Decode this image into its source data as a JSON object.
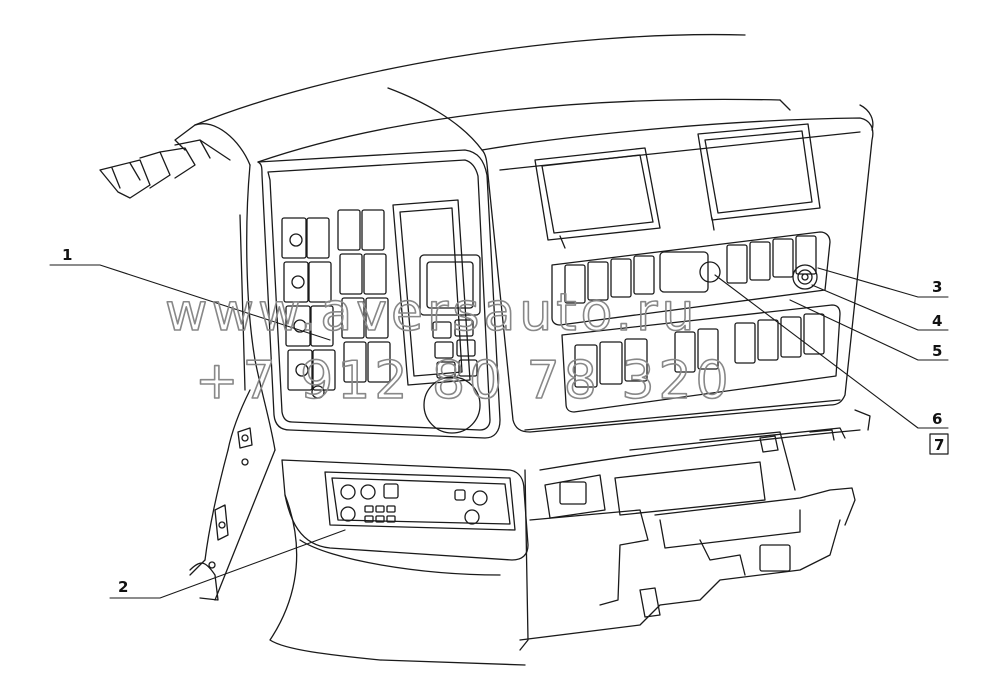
{
  "diagram": {
    "watermark": {
      "line1": "www.aversauto.ru",
      "line2": "+7 912 80 78 320"
    },
    "callouts": [
      {
        "id": "1",
        "label": "1"
      },
      {
        "id": "2",
        "label": "2"
      },
      {
        "id": "3",
        "label": "3"
      },
      {
        "id": "4",
        "label": "4"
      },
      {
        "id": "5",
        "label": "5"
      },
      {
        "id": "6",
        "label": "6"
      },
      {
        "id": "7",
        "label": "7",
        "boxed": true
      }
    ],
    "colors": {
      "line": "#1a1a1a",
      "watermark": "#888888",
      "background": "#ffffff"
    }
  }
}
